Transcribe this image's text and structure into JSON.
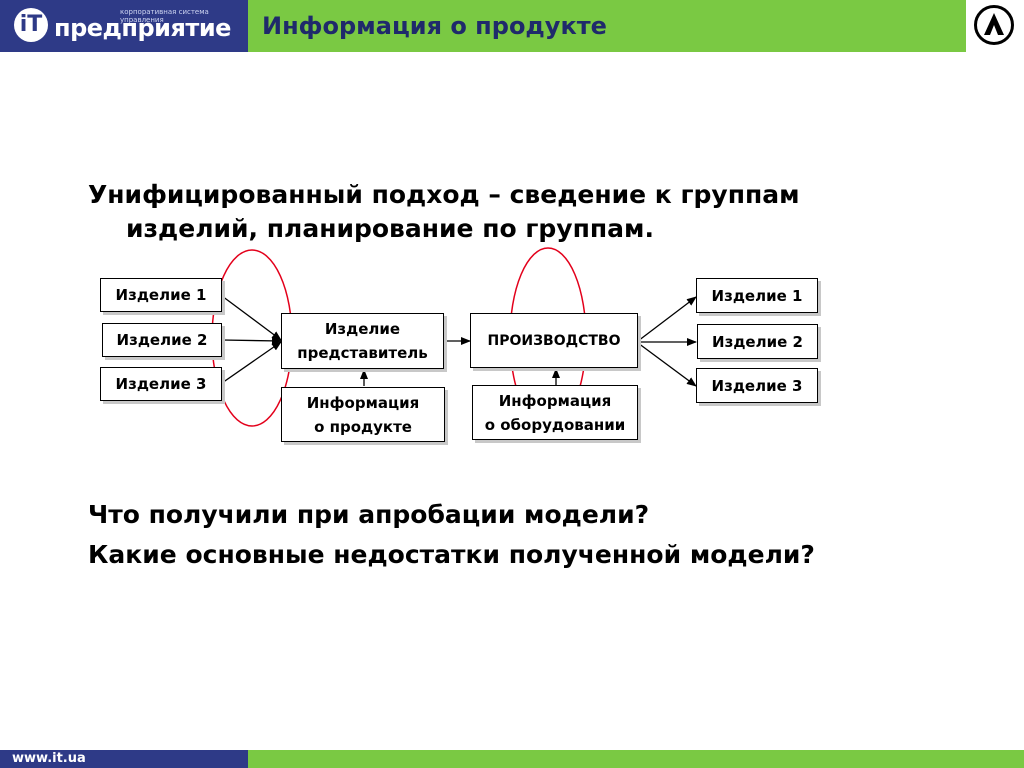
{
  "header": {
    "logo_mark": "iT",
    "logo_name": "предприятие",
    "logo_tagline": "корпоративная система управления",
    "title": "Информация о продукте"
  },
  "body": {
    "heading_line1": "Унифицированный подход – сведение к группам",
    "heading_line2": "изделий, планирование по группам.",
    "question1": "Что получили при апробации модели?",
    "question2": "Какие основные недостатки полученной модели?"
  },
  "diagram": {
    "left_items": [
      "Изделие 1",
      "Изделие 2",
      "Изделие 3"
    ],
    "representative_line1": "Изделие",
    "representative_line2": "представитель",
    "product_info_line1": "Информация",
    "product_info_line2": "о продукте",
    "production": "ПРОИЗВОДСТВО",
    "equipment_info_line1": "Информация",
    "equipment_info_line2": "о оборудовании",
    "right_items": [
      "Изделие 1",
      "Изделие 2",
      "Изделие 3"
    ],
    "highlight_color": "#e3001b"
  },
  "footer": {
    "url": "www.it.ua"
  },
  "colors": {
    "header_green": "#7ac943",
    "brand_blue": "#2e3a87",
    "title_blue": "#1f2a6b"
  }
}
